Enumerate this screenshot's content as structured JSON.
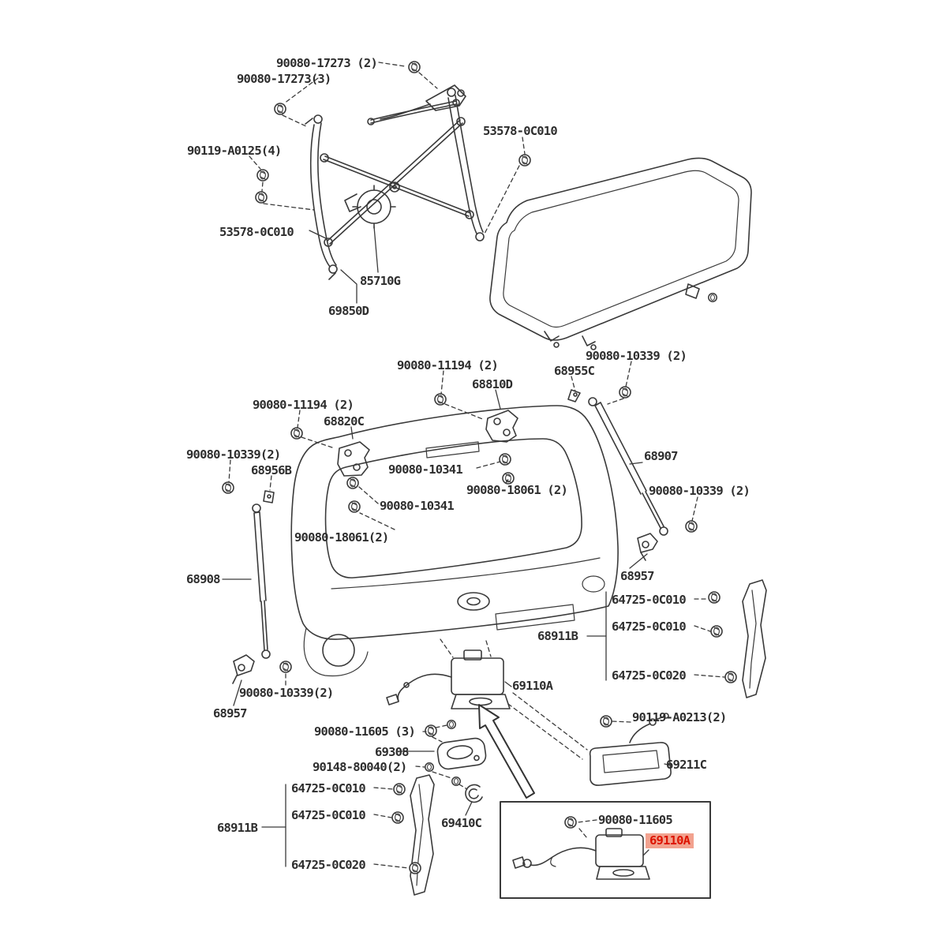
{
  "diagram": {
    "title": "Toyota back door / tailgate exploded parts diagram",
    "colors": {
      "line": "#3a3a3a",
      "label_text": "#2e2e2e",
      "highlight_text": "#dd1400",
      "highlight_bg": "#f2a28f",
      "background": "#ffffff"
    }
  },
  "labels": {
    "l01": "90080-17273 (2)",
    "l02": "90080-17273(3)",
    "l03": "53578-0C010",
    "l04": "90119-A0125(4)",
    "l05": "53578-0C010",
    "l06": "85710G",
    "l07": "69850D",
    "l08": "90080-11194 (2)",
    "l09": "90080-10339 (2)",
    "l10": "68955C",
    "l11": "68810D",
    "l12": "90080-11194 (2)",
    "l13": "68820C",
    "l14": "90080-10339(2)",
    "l15": "68956B",
    "l16": "90080-10341",
    "l17": "90080-18061 (2)",
    "l18": "68907",
    "l19": "90080-10341",
    "l20": "90080-10339 (2)",
    "l21": "90080-18061(2)",
    "l22": "68908",
    "l23": "68957",
    "l24": "64725-0C010",
    "l25": "64725-0C010",
    "l26": "68911B",
    "l27": "64725-0C020",
    "l28": "69110A",
    "l29": "90080-10339(2)",
    "l30": "68957",
    "l31": "90080-11605 (3)",
    "l32": "90119-A0213(2)",
    "l33": "69308",
    "l34": "90148-80040(2)",
    "l35": "69211C",
    "l36": "64725-0C010",
    "l37": "64725-0C010",
    "l38": "68911B",
    "l39": "69410C",
    "l40": "64725-0C020",
    "l41": "90080-11605",
    "l42": "69110A"
  }
}
